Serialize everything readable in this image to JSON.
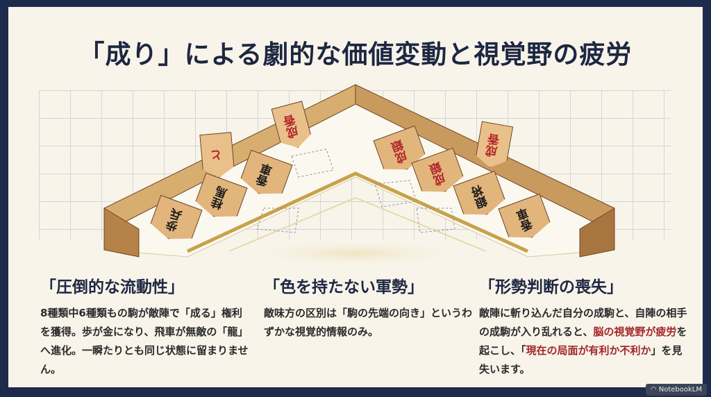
{
  "title": "「成り」による劇的な価値変動と視覚野の疲労",
  "board": {
    "left_pieces": [
      {
        "label": "歩兵",
        "promoted": false
      },
      {
        "label": "桂馬",
        "promoted": false
      },
      {
        "label": "香車",
        "promoted": false
      },
      {
        "label": "と",
        "promoted": true
      },
      {
        "label": "成香",
        "promoted": true
      }
    ],
    "right_pieces": [
      {
        "label": "成銀",
        "promoted": true
      },
      {
        "label": "成銀",
        "promoted": true
      },
      {
        "label": "成香",
        "promoted": true
      },
      {
        "label": "銀将",
        "promoted": false
      },
      {
        "label": "香車",
        "promoted": false
      }
    ],
    "colors": {
      "wood": "#e2b57c",
      "frame": "#c99a5e",
      "gold_line": "#c7a24a",
      "promoted_text": "#b3262a"
    }
  },
  "columns": [
    {
      "heading": "「圧倒的な流動性」",
      "body": "8種類中6種類もの駒が敵陣で「成る」権利を獲得。歩が金になり、飛車が無敵の「龍」へ進化。一瞬たりとも同じ状態に留まりません。"
    },
    {
      "heading": "「色を持たない軍勢」",
      "body": "敵味方の区別は「駒の先端の向き」というわずかな視覚的情報のみ。"
    },
    {
      "heading": "「形勢判断の喪失」",
      "body_plain": "敵陣に斬り込んだ自分の成駒と、自陣の相手の成駒が入り乱れると、",
      "body_hl1": "脳の視覚野が疲労",
      "body_mid": "を起こし、「",
      "body_hl2": "現在の局面が有利か不利か",
      "body_end": "」を見失います。"
    }
  ],
  "watermark": "NotebookLM",
  "colors": {
    "frame": "#1d2b4c",
    "background": "#f8f4ea",
    "heading": "#1d2742",
    "highlight": "#a3262a"
  }
}
